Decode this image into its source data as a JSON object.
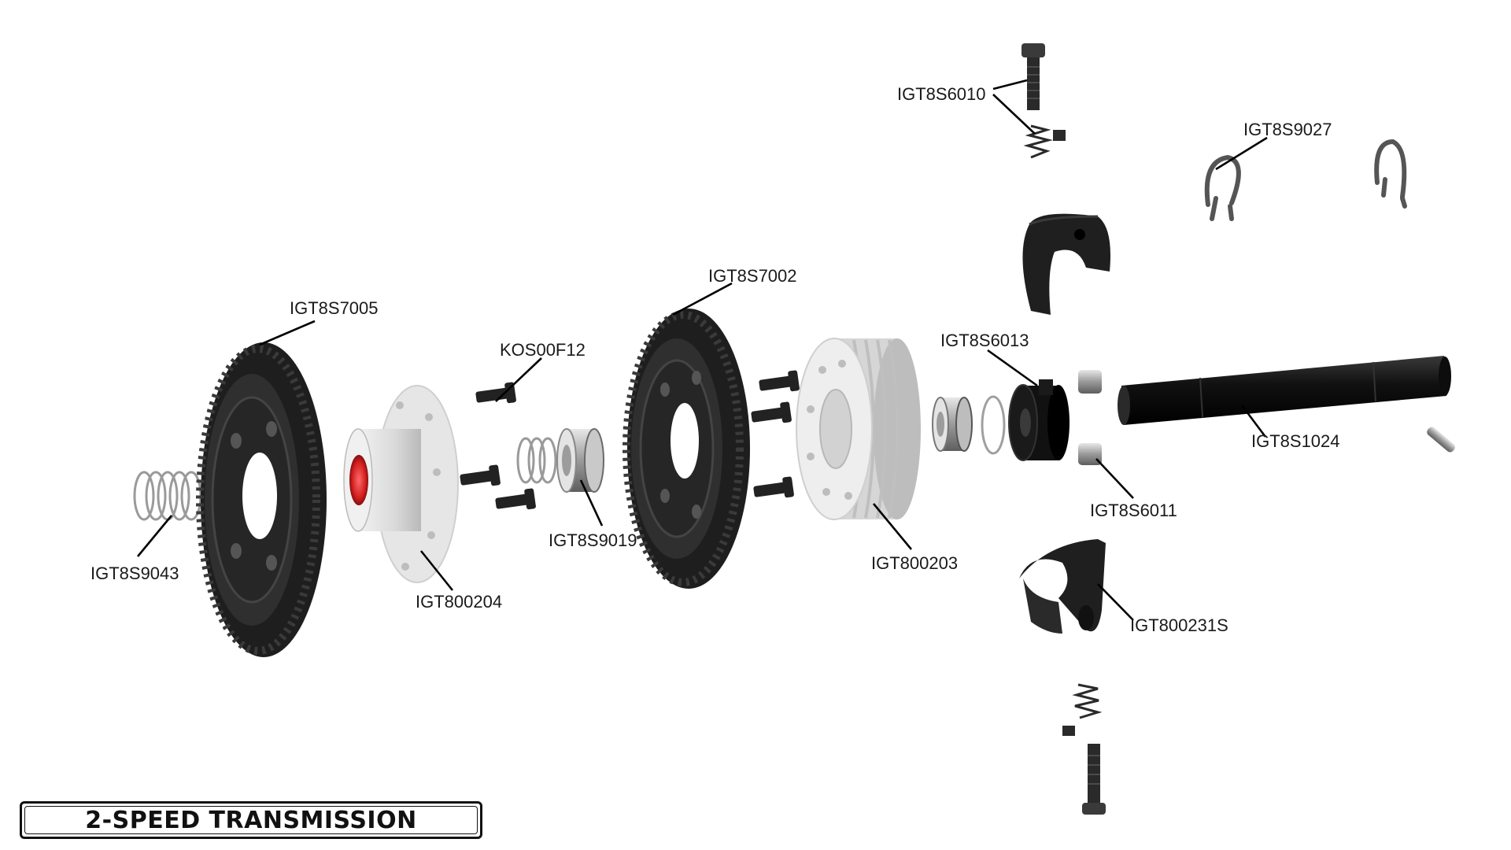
{
  "title": "2-SPEED TRANSMISSION",
  "part_labels": [
    "IGT8S6010",
    "IGT8S9027",
    "IGT8S7002",
    "IGT8S7005",
    "KOS00F12",
    "IGT8S6013",
    "IGT8S1024",
    "IGT8S6011",
    "IGT8S9019",
    "IGT8S9043",
    "IGT800204",
    "IGT800203",
    "IGT800231S"
  ],
  "colors": {
    "gear": "#2b2b2b",
    "aluminum": "#d9d9d9",
    "steel": "#a9a9a9",
    "accent_red": "#d42020"
  }
}
